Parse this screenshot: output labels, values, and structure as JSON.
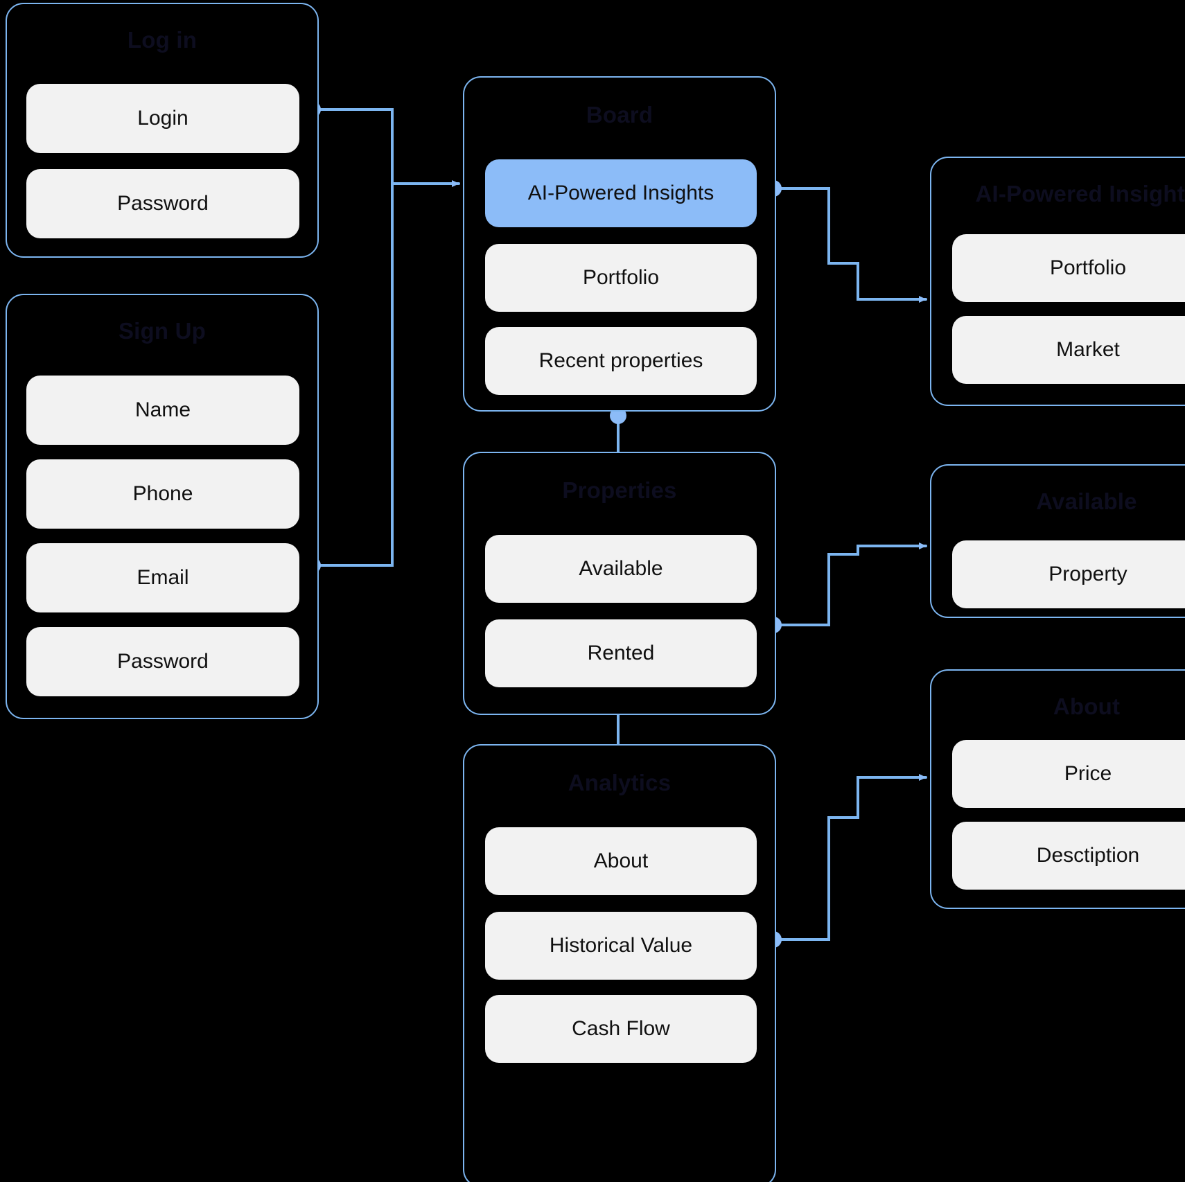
{
  "diagram": {
    "background_color": "#000000",
    "connector_color": "#7cb5f0",
    "accent_color": "#8cbcf8",
    "pill_color": "#f2f2f2",
    "title_color": "#0d0d1f"
  },
  "cards": {
    "login": {
      "title": "Log in",
      "items": [
        "Login",
        "Password"
      ]
    },
    "signup": {
      "title": "Sign Up",
      "items": [
        "Name",
        "Phone",
        "Email",
        "Password"
      ]
    },
    "board": {
      "title": "Board",
      "items": [
        "AI-Powered Insights",
        "Portfolio",
        "Recent properties"
      ],
      "highlighted_item": "AI-Powered Insights"
    },
    "properties": {
      "title": "Properties",
      "items": [
        "Available",
        "Rented"
      ]
    },
    "analytics": {
      "title": "Analytics",
      "items": [
        "About",
        "Historical Value",
        "Cash Flow"
      ]
    },
    "ai_powered": {
      "title": "AI-Powered Insights",
      "items": [
        "Portfolio",
        "Market"
      ]
    },
    "available": {
      "title": "Available",
      "items": [
        "Property"
      ]
    },
    "about": {
      "title": "About",
      "items": [
        "Price",
        "Desctiption"
      ]
    }
  },
  "connections": [
    {
      "from": "login",
      "to": "board"
    },
    {
      "from": "signup",
      "to": "board"
    },
    {
      "from": "board",
      "to": "ai_powered"
    },
    {
      "from": "board",
      "to": "properties"
    },
    {
      "from": "properties",
      "to": "available"
    },
    {
      "from": "properties",
      "to": "analytics"
    },
    {
      "from": "analytics",
      "to": "about"
    }
  ]
}
